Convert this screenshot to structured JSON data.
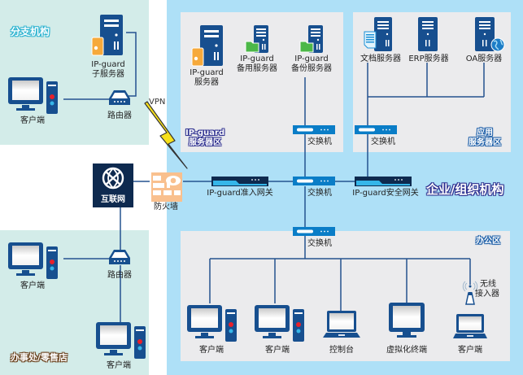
{
  "colors": {
    "branch_bg": "#d3ece9",
    "enterprise_bg": "#aee0f7",
    "inner_zone_bg": "#ebebed",
    "device_blue": "#174f8f",
    "switch_blue": "#0a7dc7",
    "line": "#24528f",
    "firewall": "#f9c08e",
    "internet_bg": "#0e2a4f",
    "lightning": "#f7e01a",
    "server_orange": "#f6a93b",
    "folder_green": "#4cb848"
  },
  "zones": {
    "branch": {
      "label": "分支机构"
    },
    "office_retail": {
      "label": "办事处/零售店"
    },
    "enterprise": {
      "label": "企业/组织机构"
    },
    "ipguard_server_zone": {
      "label_line1": "IP-guard",
      "label_line2": "服务器区"
    },
    "app_server_zone": {
      "label_line1": "应用",
      "label_line2": "服务器区"
    },
    "office_zone": {
      "label": "办公区"
    }
  },
  "branch": {
    "sub_server": {
      "line1": "IP-guard",
      "line2": "子服务器",
      "icon": "server-icon"
    },
    "client": {
      "label": "客户端",
      "icon": "desktop-icon"
    },
    "router": {
      "label": "路由器",
      "icon": "router-icon"
    }
  },
  "vpn": {
    "label": "VPN",
    "icon": "lightning-icon"
  },
  "internet": {
    "label": "互联网",
    "icon": "globe-icon"
  },
  "firewall": {
    "label": "防火墙",
    "icon": "firewall-icon"
  },
  "office_retail": {
    "router": {
      "label": "路由器",
      "icon": "router-icon"
    },
    "clients": [
      {
        "label": "客户端",
        "icon": "desktop-icon"
      },
      {
        "label": "客户端",
        "icon": "desktop-icon"
      }
    ]
  },
  "ipguard_servers": [
    {
      "line1": "IP-guard",
      "line2": "服务器",
      "icon": "server-icon"
    },
    {
      "line1": "IP-guard",
      "line2": "备用服务器",
      "icon": "server-icon"
    },
    {
      "line1": "IP-guard",
      "line2": "备份服务器",
      "icon": "server-icon"
    }
  ],
  "app_servers": [
    {
      "label": "文档服务器",
      "icon": "document-server-icon"
    },
    {
      "label": "ERP服务器",
      "icon": "server-icon"
    },
    {
      "label": "OA服务器",
      "icon": "globe-server-icon"
    }
  ],
  "switches": {
    "ipguard_zone": {
      "label": "交换机"
    },
    "app_zone": {
      "label": "交换机"
    },
    "core": {
      "label": "交换机"
    },
    "office": {
      "label": "交换机"
    }
  },
  "gateways": {
    "access": {
      "label": "IP-guard准入网关"
    },
    "security": {
      "label": "IP-guard安全网关"
    }
  },
  "office_devices": [
    {
      "label": "客户端",
      "icon": "desktop-icon"
    },
    {
      "label": "客户端",
      "icon": "desktop-icon"
    },
    {
      "label": "控制台",
      "icon": "laptop-icon"
    },
    {
      "label": "虚拟化终端",
      "icon": "monitor-icon"
    },
    {
      "label": "客户端",
      "icon": "laptop-icon"
    }
  ],
  "wireless_ap": {
    "line1": "无线",
    "line2": "接入器",
    "icon": "wireless-ap-icon"
  }
}
